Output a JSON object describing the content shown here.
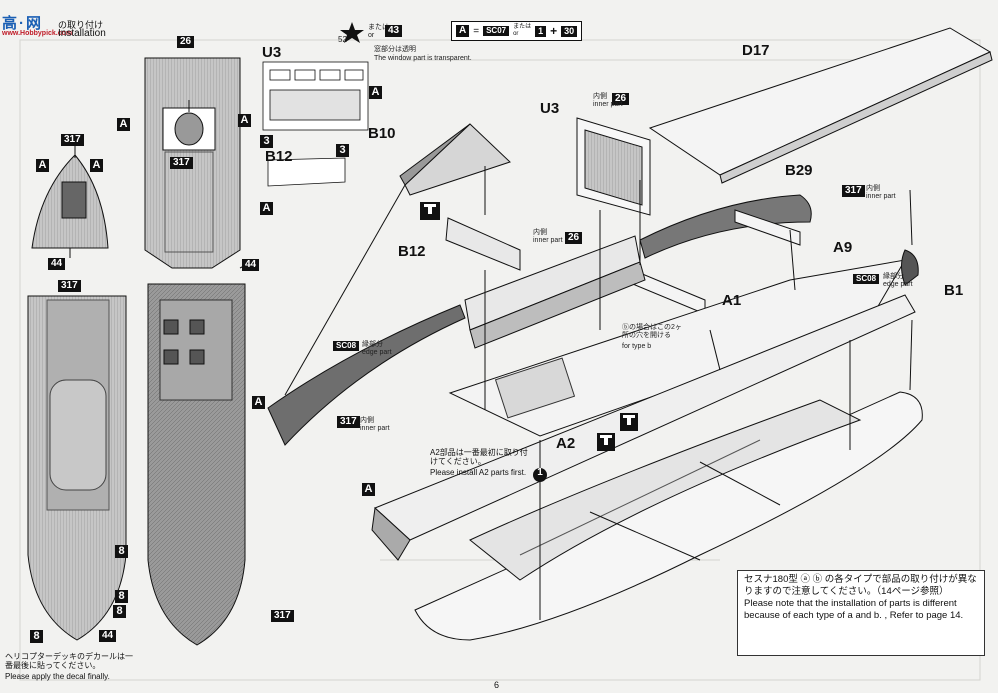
{
  "header": {
    "logo_text": "高·网",
    "logo_sub": "www.Hobbypick.com",
    "title_jp": "の取り付け",
    "title_en": "Installation"
  },
  "legend": {
    "a": "A",
    "b": "SC07",
    "or1": "または\nor",
    "c": "1",
    "plus": "+",
    "d": "30"
  },
  "top_note": {
    "star_ref": "または\nor",
    "ref_a": "52",
    "ref_b": "43",
    "jp": "窓部分は透明",
    "en": "The window part is transparent."
  },
  "labels": {
    "D17": "D17",
    "U3_left": "U3",
    "U3_mid": "U3",
    "B10": "B10",
    "B12_left": "B12",
    "B12_mid": "B12",
    "B29": "B29",
    "A9": "A9",
    "A1": "A1",
    "A2": "A2",
    "B1": "B1"
  },
  "tags": {
    "t26_top": "26",
    "t26_u3": "26",
    "t26_side": "26",
    "t317_a": "317",
    "t317_b": "317",
    "t317_c": "317",
    "t317_d": "317",
    "t317_e": "317",
    "t317_f": "317",
    "t44_a": "44",
    "t44_b": "44",
    "t44_c": "44",
    "t3_a": "3",
    "t3_b": "3",
    "t8_a": "8",
    "t8_b": "8",
    "t8_c": "8",
    "t8_d": "8",
    "sc08_a": "SC08",
    "sc08_b": "SC08",
    "A": "A"
  },
  "inner_part": {
    "jp": "内側",
    "en": "inner part"
  },
  "edge_part": {
    "jp": "縁部分",
    "en": "edge part"
  },
  "typeb_note": {
    "jp": "ⓑの場合はこの2ヶ所の穴を開ける",
    "en": "for type b"
  },
  "a2_note": {
    "jp": "A2部品は一番最初に取り付けてください。",
    "en": "Please install A2 parts first."
  },
  "step_num": "1",
  "decal_note": {
    "jp": "ヘリコプターデッキのデカールは一番最後に貼ってください。",
    "en": "Please apply the decal finally."
  },
  "notebox": {
    "jp": "セスナ180型 ⓐ ⓑ の各タイプで部品の取り付けが異なりますので注意してください。（14ページ参照）",
    "en": "Please note that the installation of parts is different because of each type of a and b. , Refer to page 14."
  },
  "page_number": "6",
  "colors": {
    "ink": "#111111",
    "paper": "#f2f2f0",
    "shade": "#8a8a8a",
    "deck": "#b8b8b8"
  }
}
